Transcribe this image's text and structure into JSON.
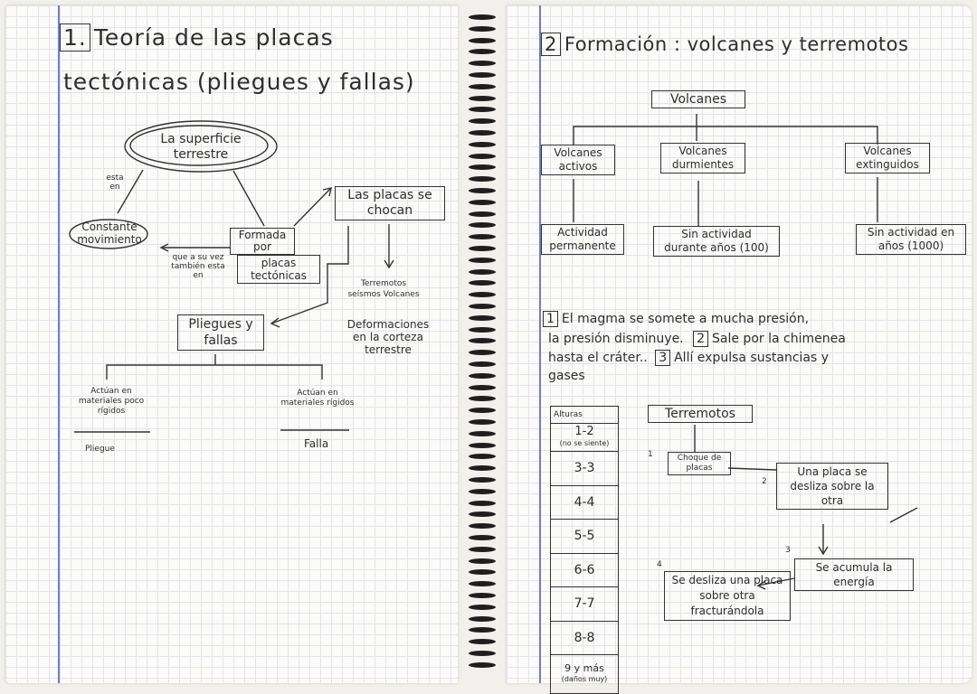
{
  "left_page": {
    "title_number": "1.",
    "title_line1": "Teoría de las placas",
    "title_line2": "tectónicas (pliegues y fallas)",
    "nodes": {
      "superficie": "La superficie terrestre",
      "esta_en": "esta en",
      "constante": "Constante movimiento",
      "formada": "Formada por",
      "placas_tec": "placas tectónicas",
      "que_a_su_vez": "que a su vez también esta en",
      "placas_chocan": "Las placas se chocan",
      "terremotos_list": "Terremotos seísmos Volcanes",
      "deformaciones": "Deformaciones en la corteza terrestre",
      "pliegues_fallas": "Pliegues y fallas",
      "actuan_poco": "Actúan en materiales poco rígidos",
      "pliegue": "Pliegue",
      "actuan_rigidos": "Actúan en materiales rígidos",
      "falla": "Falla"
    }
  },
  "right_page": {
    "title_number": "2",
    "title": "Formación : volcanes y terremotos",
    "volcanes": {
      "root": "Volcanes",
      "activos": "Volcanes activos",
      "durmientes": "Volcanes durmientes",
      "extinguidos": "Volcanes extinguidos",
      "actividad_perm": "Actividad permanente",
      "sin_actividad_anos": "Sin actividad durante años",
      "sin_actividad_anos_num": "(100)",
      "sin_actividad_en": "Sin actividad en años",
      "sin_actividad_en_num": "(1000)"
    },
    "magma_num1": "1",
    "magma_text1": "El magma se somete a mucha presión,",
    "magma_text2": "la presión disminuye.",
    "magma_num2": "2",
    "magma_text3": "Sale por la chimenea",
    "magma_text4": "hasta el cráter..",
    "magma_num3": "3",
    "magma_text5": "Allí expulsa sustancias y",
    "magma_text6": "gases",
    "alturas": {
      "header": "Alturas",
      "rows": [
        "3-3",
        "4-4",
        "5-5",
        "6-6",
        "7-7",
        "8-8"
      ],
      "first": "1-2",
      "first_small": "(no se siente)",
      "last": "9 y más",
      "last_small": "(daños muy)"
    },
    "terremotos": {
      "root": "Terremotos",
      "n1": "1",
      "choque": "Choque de placas",
      "n2": "2",
      "desliza": "Una placa se desliza sobre la otra",
      "n3": "3",
      "acumula": "Se acumula la energía",
      "n4": "4",
      "fractura": "Se desliza una placa sobre otra fracturándola"
    }
  }
}
